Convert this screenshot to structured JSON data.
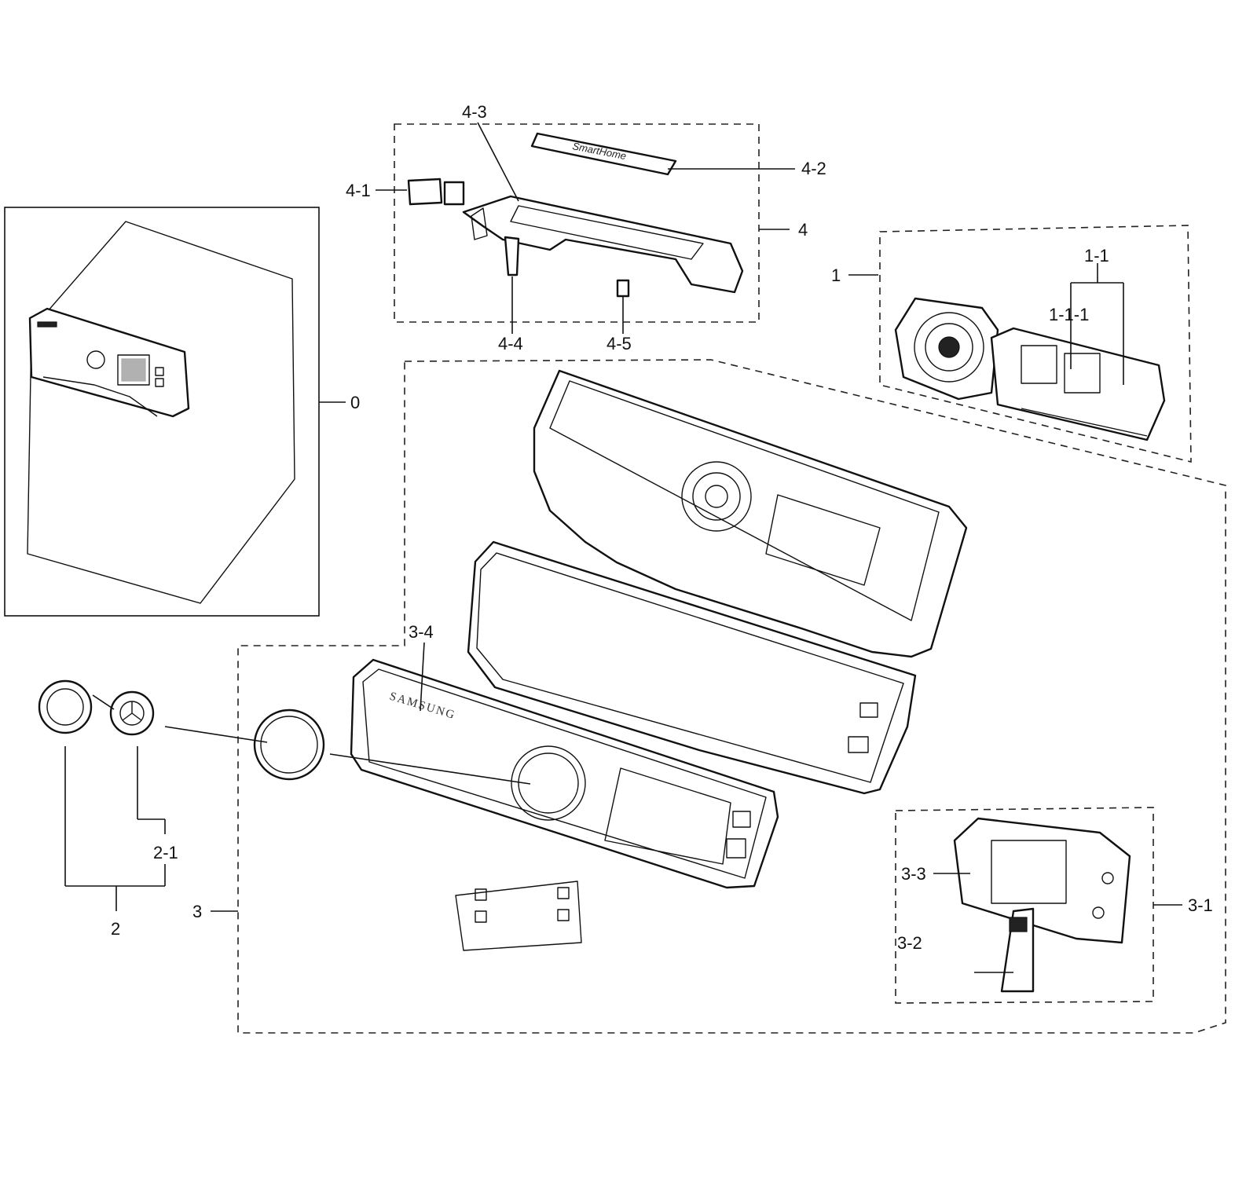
{
  "labels": {
    "l0": "0",
    "l1": "1",
    "l1_1": "1-1",
    "l1_1_1": "1-1-1",
    "l2": "2",
    "l2_1": "2-1",
    "l3": "3",
    "l3_1": "3-1",
    "l3_2": "3-2",
    "l3_3": "3-3",
    "l3_4": "3-4",
    "l4": "4",
    "l4_1": "4-1",
    "l4_2": "4-2",
    "l4_3": "4-3",
    "l4_4": "4-4",
    "l4_5": "4-5"
  },
  "brand_text": "SAMSUNG",
  "wifi_cover_text": "SmartHome",
  "colors": {
    "line": "#111111",
    "background": "#ffffff"
  }
}
